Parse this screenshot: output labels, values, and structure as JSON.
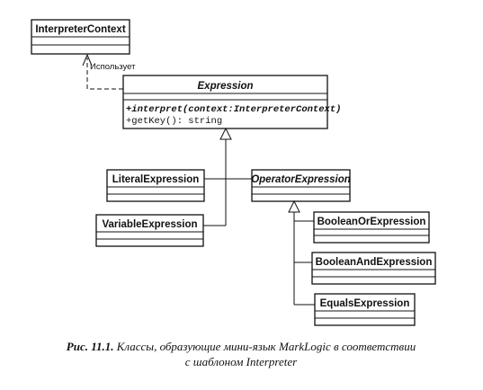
{
  "classes": {
    "interpreter_context": {
      "name": "InterpreterContext"
    },
    "expression": {
      "name": "Expression",
      "operations": [
        "+interpret(context:InterpreterContext)",
        "+getKey(): string"
      ]
    },
    "literal_expression": {
      "name": "LiteralExpression"
    },
    "variable_expression": {
      "name": "VariableExpression"
    },
    "operator_expression": {
      "name": "OperatorExpression"
    },
    "boolean_or_expression": {
      "name": "BooleanOrExpression"
    },
    "boolean_and_expression": {
      "name": "BooleanAndExpression"
    },
    "equals_expression": {
      "name": "EqualsExpression"
    }
  },
  "relations": {
    "uses_label": "Использует"
  },
  "caption": {
    "label": "Рис. 11.1.",
    "line1": " Классы, образующие мини-язык MarkLogic в соответствии",
    "line2": "с шаблоном Interpreter"
  }
}
